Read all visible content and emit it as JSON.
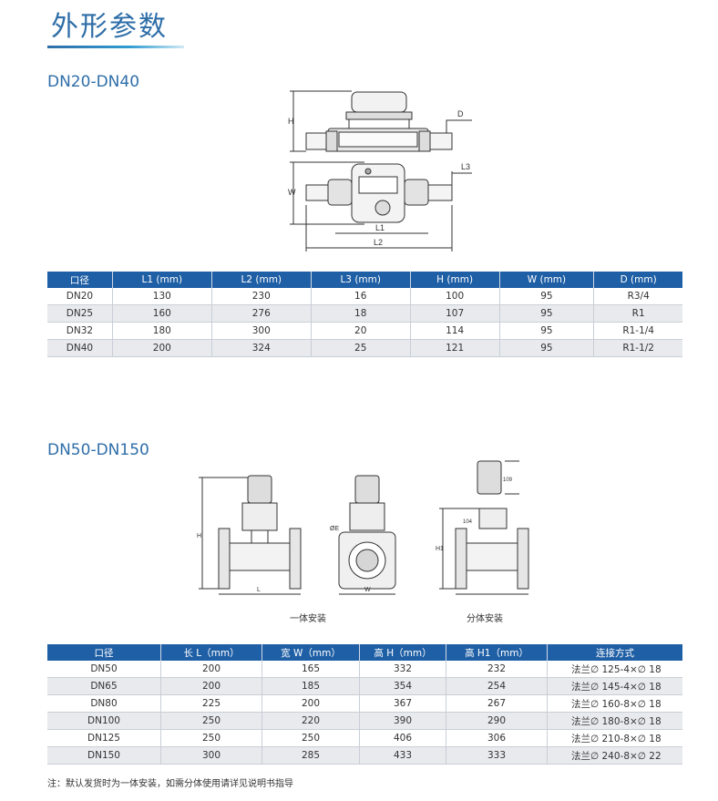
{
  "page_title": "外形参数",
  "section1": {
    "title": "DN20-DN40",
    "drawing_labels": {
      "h": "H",
      "d": "D",
      "w": "W",
      "l1": "L1",
      "l2": "L2",
      "l3": "L3"
    },
    "headers": [
      "口径",
      "L1 (mm)",
      "L2 (mm)",
      "L3 (mm)",
      "H (mm)",
      "W (mm)",
      "D (mm)"
    ],
    "rows": [
      [
        "DN20",
        "130",
        "230",
        "16",
        "100",
        "95",
        "R3/4"
      ],
      [
        "DN25",
        "160",
        "276",
        "18",
        "107",
        "95",
        "R1"
      ],
      [
        "DN32",
        "180",
        "300",
        "20",
        "114",
        "95",
        "R1-1/4"
      ],
      [
        "DN40",
        "200",
        "324",
        "25",
        "121",
        "95",
        "R1-1/2"
      ]
    ]
  },
  "section2": {
    "title": "DN50-DN150",
    "drawing_labels": {
      "h": "H",
      "l": "L",
      "w": "W",
      "e": "ØE",
      "h1": "H1",
      "d109": "109",
      "d104": "104"
    },
    "caption_integrated": "一体安装",
    "caption_split": "分体安装",
    "headers": [
      "口径",
      "长 L（mm）",
      "宽 W（mm）",
      "高 H（mm）",
      "高 H1（mm）",
      "连接方式"
    ],
    "rows": [
      [
        "DN50",
        "200",
        "165",
        "332",
        "232",
        "法兰∅ 125-4×∅ 18"
      ],
      [
        "DN65",
        "200",
        "185",
        "354",
        "254",
        "法兰∅ 145-4×∅ 18"
      ],
      [
        "DN80",
        "225",
        "200",
        "367",
        "267",
        "法兰∅ 160-8×∅ 18"
      ],
      [
        "DN100",
        "250",
        "220",
        "390",
        "290",
        "法兰∅ 180-8×∅ 18"
      ],
      [
        "DN125",
        "250",
        "250",
        "406",
        "306",
        "法兰∅ 210-8×∅ 18"
      ],
      [
        "DN150",
        "300",
        "285",
        "433",
        "333",
        "法兰∅ 240-8×∅ 22"
      ]
    ]
  },
  "note": "注：默认发货时为一体安装，如需分体使用请详见说明书指导",
  "colors": {
    "accent": "#2f6ea8",
    "header_bg": "#1f5fa5",
    "row_alt": "#e8eaee"
  }
}
